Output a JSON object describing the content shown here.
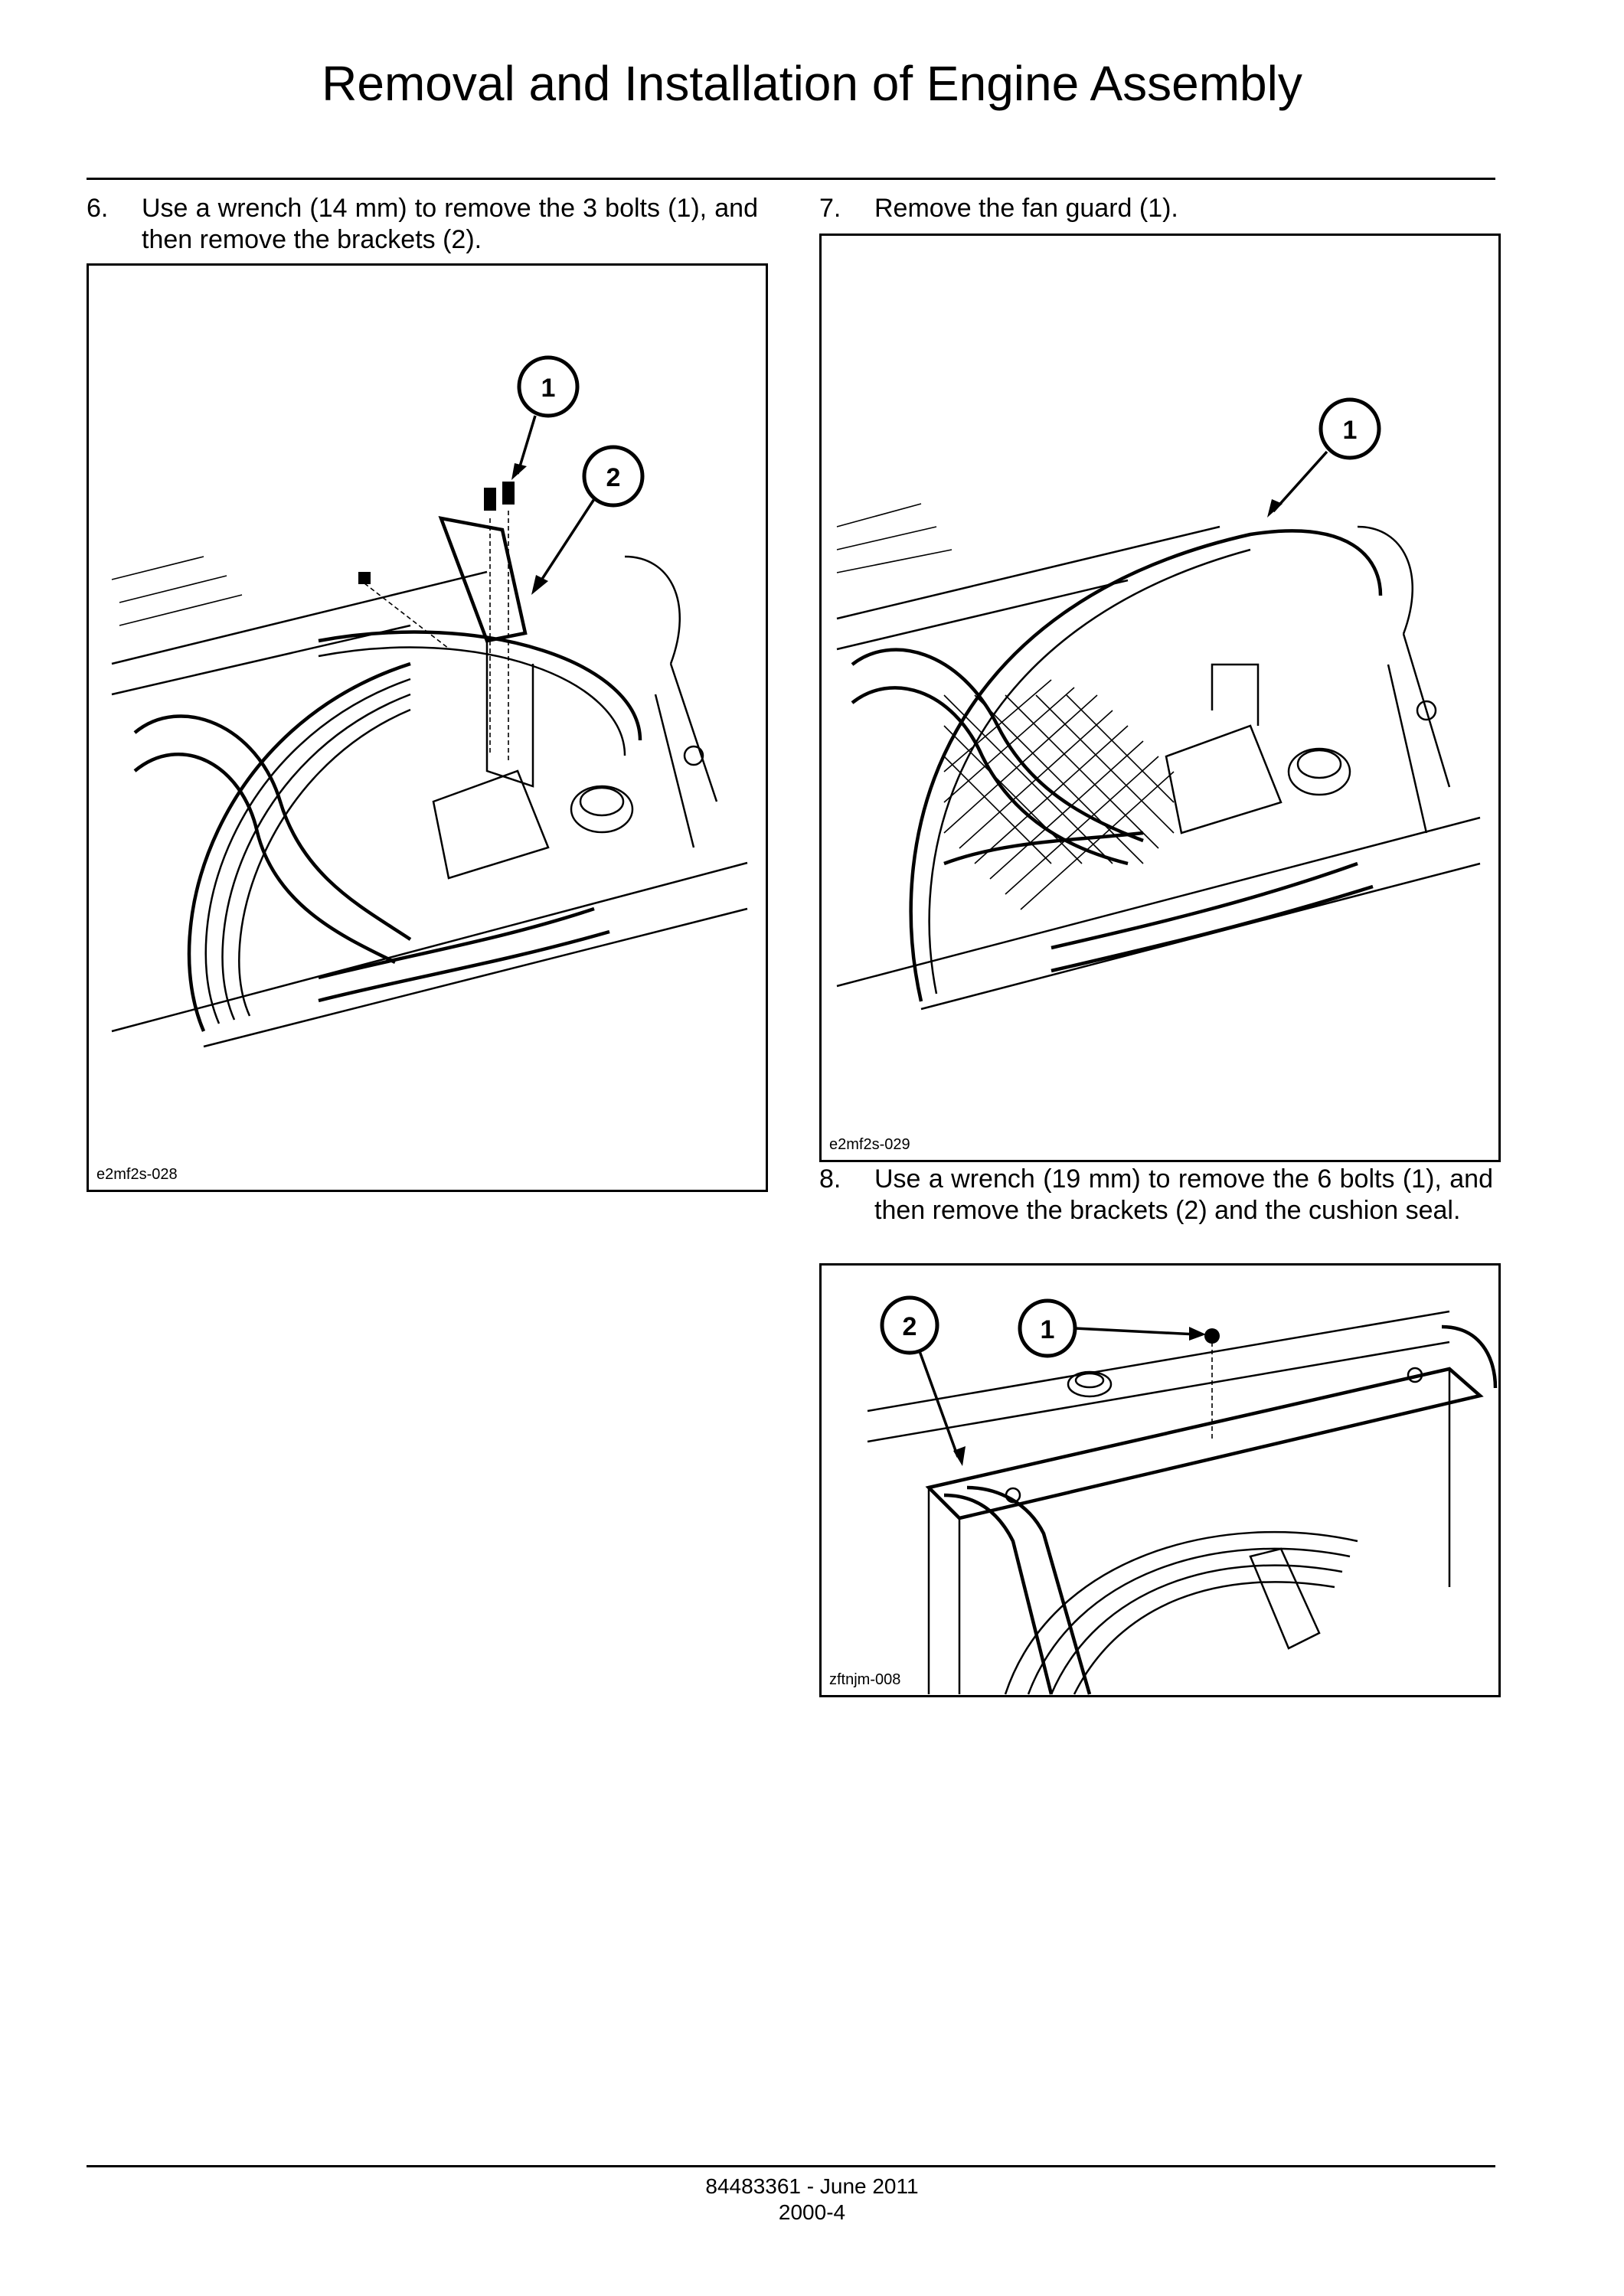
{
  "header": {
    "title": "Removal and Installation of Engine Assembly"
  },
  "steps": [
    {
      "number": "6.",
      "text": "Use a wrench (14 mm) to remove the 3 bolts (1), and then remove the brackets (2).",
      "figure_code": "e2mf2s-028",
      "callouts": [
        "1",
        "2"
      ]
    },
    {
      "number": "7.",
      "text": "Remove the fan guard (1).",
      "figure_code": "e2mf2s-029",
      "callouts": [
        "1"
      ]
    },
    {
      "number": "8.",
      "text": "Use a wrench (19 mm) to remove the 6 bolts (1), and then remove the brackets (2) and the cushion seal.",
      "figure_code": "zftnjm-008",
      "callouts": [
        "2",
        "1"
      ]
    }
  ],
  "footer": {
    "doc_number": "84483361 - June 2011",
    "page": "2000-4"
  }
}
